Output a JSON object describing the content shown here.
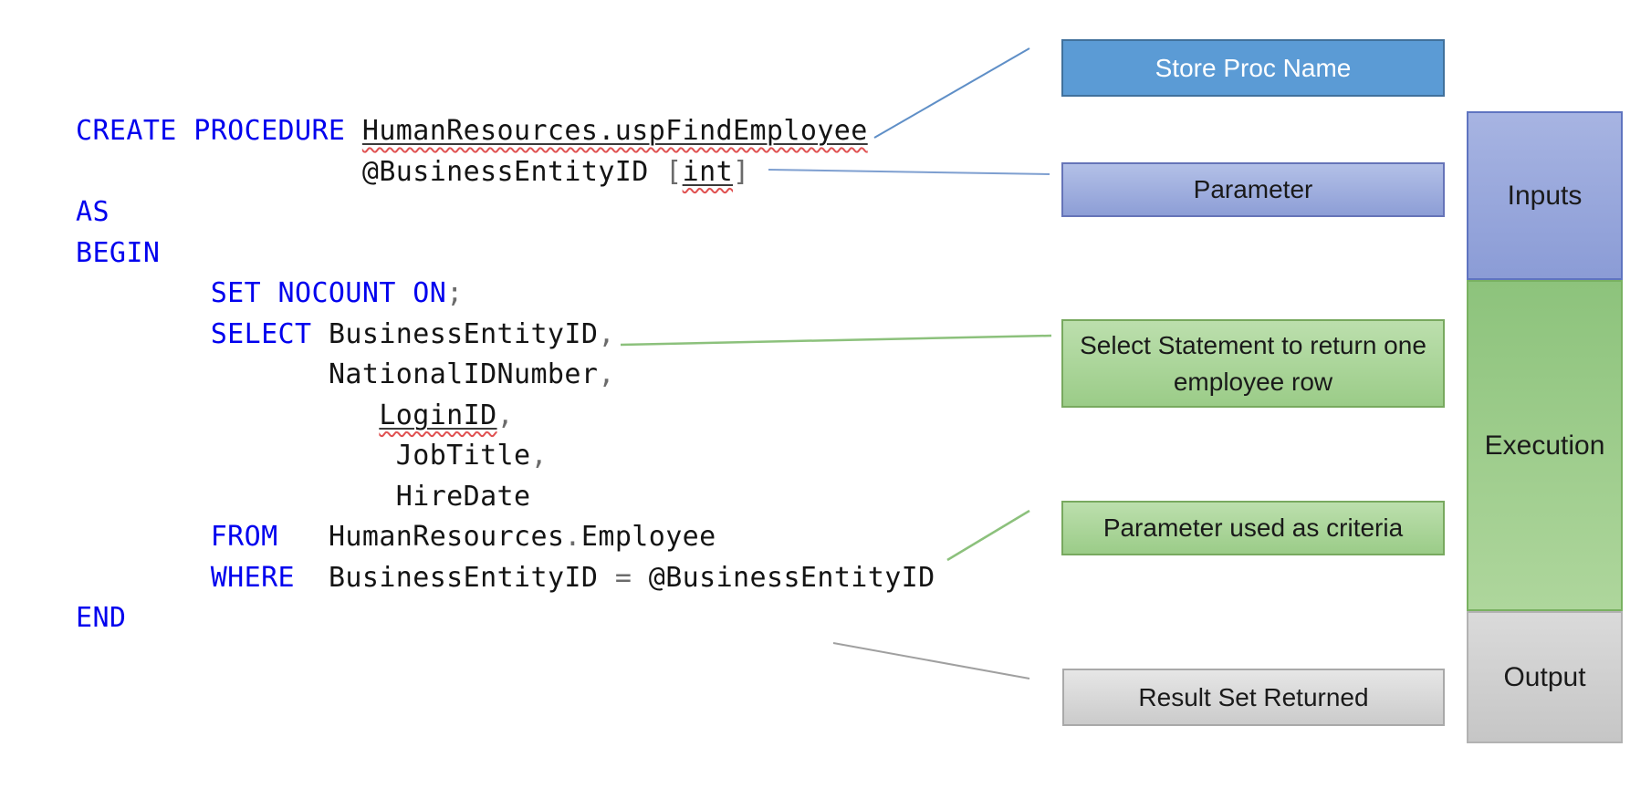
{
  "code": {
    "lines": [
      {
        "segments": [
          {
            "t": "CREATE PROCEDURE ",
            "c": "kw"
          },
          {
            "t": "HumanResources.uspFindEmployee",
            "c": "id",
            "u": true
          }
        ]
      },
      {
        "segments": [
          {
            "t": "                 ",
            "c": "id"
          },
          {
            "t": "@BusinessEntityID ",
            "c": "id"
          },
          {
            "t": "[",
            "c": "op"
          },
          {
            "t": "int",
            "c": "id",
            "u": true
          },
          {
            "t": "]",
            "c": "op"
          }
        ]
      },
      {
        "segments": [
          {
            "t": "AS",
            "c": "kw"
          }
        ]
      },
      {
        "segments": [
          {
            "t": "BEGIN",
            "c": "kw"
          }
        ]
      },
      {
        "segments": [
          {
            "t": "        ",
            "c": "id"
          },
          {
            "t": "SET NOCOUNT ON",
            "c": "kw"
          },
          {
            "t": ";",
            "c": "op"
          }
        ]
      },
      {
        "segments": [
          {
            "t": "        ",
            "c": "id"
          },
          {
            "t": "SELECT ",
            "c": "kw"
          },
          {
            "t": "BusinessEntityID",
            "c": "id"
          },
          {
            "t": ",",
            "c": "op"
          }
        ]
      },
      {
        "segments": [
          {
            "t": "               ",
            "c": "id"
          },
          {
            "t": "NationalIDNumber",
            "c": "id"
          },
          {
            "t": ",",
            "c": "op"
          }
        ]
      },
      {
        "segments": [
          {
            "t": "                  ",
            "c": "id"
          },
          {
            "t": "LoginID",
            "c": "id",
            "u": true
          },
          {
            "t": ",",
            "c": "op"
          }
        ]
      },
      {
        "segments": [
          {
            "t": "                   ",
            "c": "id"
          },
          {
            "t": "JobTitle",
            "c": "id"
          },
          {
            "t": ",",
            "c": "op"
          }
        ]
      },
      {
        "segments": [
          {
            "t": "                   ",
            "c": "id"
          },
          {
            "t": "HireDate",
            "c": "id"
          }
        ]
      },
      {
        "segments": [
          {
            "t": "        ",
            "c": "id"
          },
          {
            "t": "FROM",
            "c": "kw"
          },
          {
            "t": "   ",
            "c": "id"
          },
          {
            "t": "HumanResources",
            "c": "id"
          },
          {
            "t": ".",
            "c": "op"
          },
          {
            "t": "Employee",
            "c": "id"
          }
        ]
      },
      {
        "segments": [
          {
            "t": "        ",
            "c": "id"
          },
          {
            "t": "WHERE",
            "c": "kw"
          },
          {
            "t": "  ",
            "c": "id"
          },
          {
            "t": "BusinessEntityID ",
            "c": "id"
          },
          {
            "t": "= ",
            "c": "op"
          },
          {
            "t": "@BusinessEntityID",
            "c": "id"
          }
        ]
      },
      {
        "segments": [
          {
            "t": "END",
            "c": "kw"
          }
        ]
      }
    ]
  },
  "callouts": [
    {
      "label": "Store Proc Name"
    },
    {
      "label": "Parameter"
    },
    {
      "label": "Select Statement to return one employee row"
    },
    {
      "label": "Parameter used as criteria"
    },
    {
      "label": "Result Set Returned"
    }
  ],
  "stages": [
    {
      "label": "Inputs"
    },
    {
      "label": "Execution"
    },
    {
      "label": "Output"
    }
  ],
  "colors": {
    "keyword": "#0101ee",
    "identifier": "#141414",
    "operator": "#6b6b6b",
    "squiggle_red": "#e05252",
    "store_proc_fill": "#5B9BD5",
    "store_proc_border": "#41719C",
    "store_proc_text": "#ffffff",
    "blue_box_fill_top": "#b3c0e7",
    "blue_box_fill_bottom": "#8d9ed6",
    "green_box_fill_top": "#bcdfad",
    "green_box_fill_bottom": "#9bcc88",
    "green_box_border": "#78a95f",
    "gray_box_fill_top": "#e6e6e6",
    "gray_box_fill_bottom": "#cbcbcb",
    "gray_box_border": "#a9a9a9",
    "execution_fill_top": "#8dc37c",
    "execution_fill_bottom": "#aed69c",
    "connector_blue": "#6a93c9",
    "connector_green": "#8cc17c",
    "connector_gray": "#a0a0a0"
  }
}
